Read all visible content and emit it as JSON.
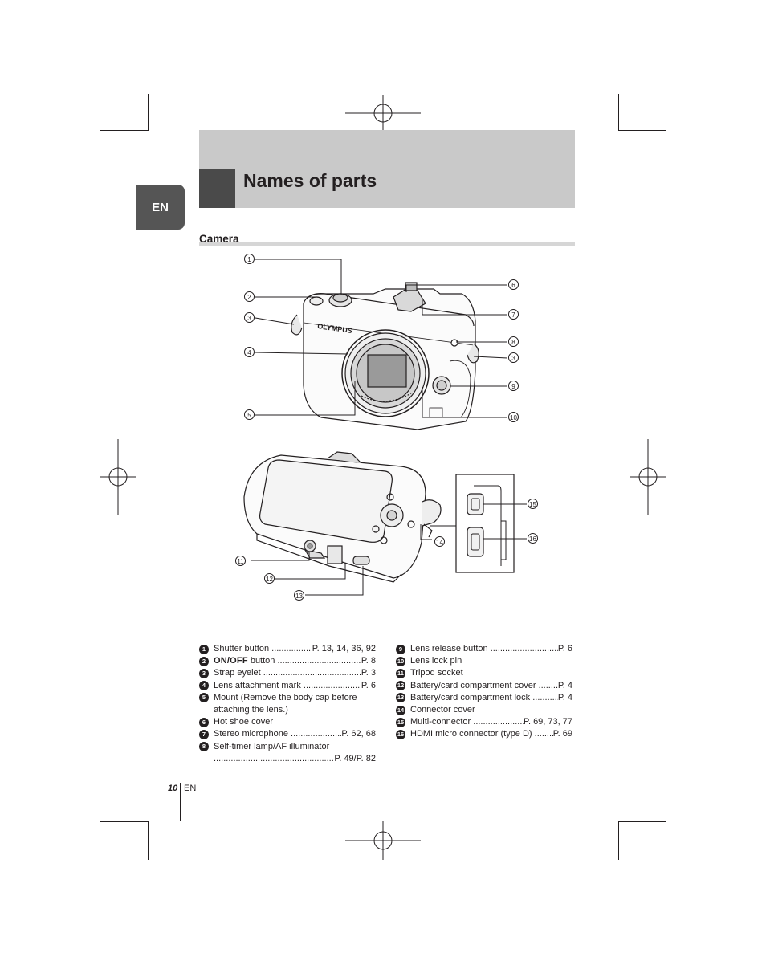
{
  "page": {
    "title": "Names of parts",
    "lang_tab": "EN",
    "section": "Camera",
    "page_number": "10",
    "page_lang": "EN"
  },
  "figure": {
    "brand": "OLYMPUS",
    "callouts_front": [
      "1",
      "2",
      "3",
      "4",
      "5",
      "6",
      "7",
      "8",
      "3",
      "9",
      "10"
    ],
    "callouts_back": [
      "11",
      "12",
      "13",
      "14",
      "15",
      "16"
    ]
  },
  "parts_left": [
    {
      "n": "1",
      "label": "Shutter button",
      "ref": "P. 13, 14, 36, 92"
    },
    {
      "n": "2",
      "label_key": "ON/OFF",
      "label": " button",
      "ref": "P. 8"
    },
    {
      "n": "3",
      "label": "Strap eyelet",
      "ref": "P. 3"
    },
    {
      "n": "4",
      "label": "Lens attachment mark",
      "ref": "P. 6"
    },
    {
      "n": "5",
      "label": "Mount (Remove the body cap before",
      "label2": "attaching the lens.)"
    },
    {
      "n": "6",
      "label": "Hot shoe cover"
    },
    {
      "n": "7",
      "label": "Stereo microphone",
      "ref": "P. 62, 68"
    },
    {
      "n": "8",
      "label": "Self-timer lamp/AF illuminator",
      "ref2": "P. 49/P. 82"
    }
  ],
  "parts_right": [
    {
      "n": "9",
      "label": "Lens release button",
      "ref": "P. 6"
    },
    {
      "n": "10",
      "label": "Lens lock pin"
    },
    {
      "n": "11",
      "label": "Tripod socket"
    },
    {
      "n": "12",
      "label": "Battery/card compartment cover",
      "ref": "P. 4"
    },
    {
      "n": "13",
      "label": "Battery/card compartment lock",
      "ref": "P. 4"
    },
    {
      "n": "14",
      "label": "Connector cover"
    },
    {
      "n": "15",
      "label": "Multi-connector",
      "ref": "P. 69, 73, 77"
    },
    {
      "n": "16",
      "label": "HDMI micro connector (type D)",
      "ref": "P. 69"
    }
  ]
}
